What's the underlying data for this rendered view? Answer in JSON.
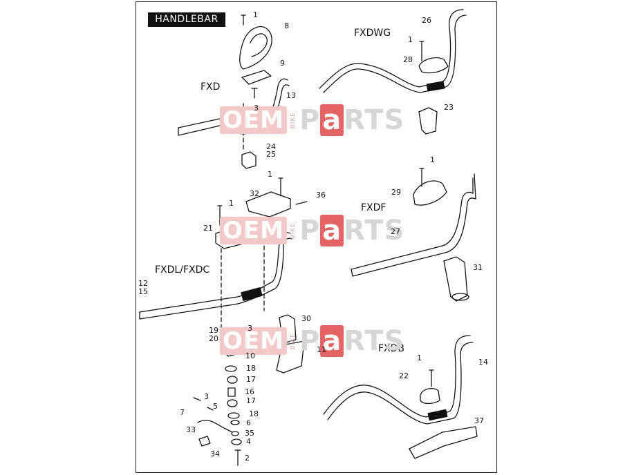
{
  "title": "HANDLEBAR",
  "models": {
    "fxd": "FXD",
    "fxdwg": "FXDWG",
    "fxdf": "FXDF",
    "fxdl_fxdc": "FXDL/FXDC",
    "fxdb": "FXDB"
  },
  "watermark": {
    "oem": "OEM",
    "bike": "BIKE",
    "p": "P",
    "a": "a",
    "rts": "RTS"
  },
  "callouts": {
    "c1a": "1",
    "c8": "8",
    "c9": "9",
    "c3a": "3",
    "c13": "13",
    "c24": "24",
    "c25": "25",
    "c26": "26",
    "c1b": "1",
    "c28": "28",
    "c23": "23",
    "c1c": "1",
    "c32": "32",
    "c36": "36",
    "c1d": "1",
    "c21": "21",
    "c12": "12",
    "c15": "15",
    "c1e": "1",
    "c29": "29",
    "c27": "27",
    "c31": "31",
    "c3b": "3",
    "c19": "19",
    "c20": "20",
    "c30": "30",
    "c10": "10",
    "c11": "11",
    "c18a": "18",
    "c17a": "17",
    "c16": "16",
    "c17b": "17",
    "c18b": "18",
    "c6": "6",
    "c35": "35",
    "c4": "4",
    "c2": "2",
    "c3c": "3",
    "c5": "5",
    "c7": "7",
    "c33": "33",
    "c34": "34",
    "c1f": "1",
    "c22": "22",
    "c14": "14",
    "c37": "37"
  },
  "colors": {
    "ink": "#111111",
    "watermark_red": "#e46464",
    "watermark_grey": "#d6d6d6"
  }
}
